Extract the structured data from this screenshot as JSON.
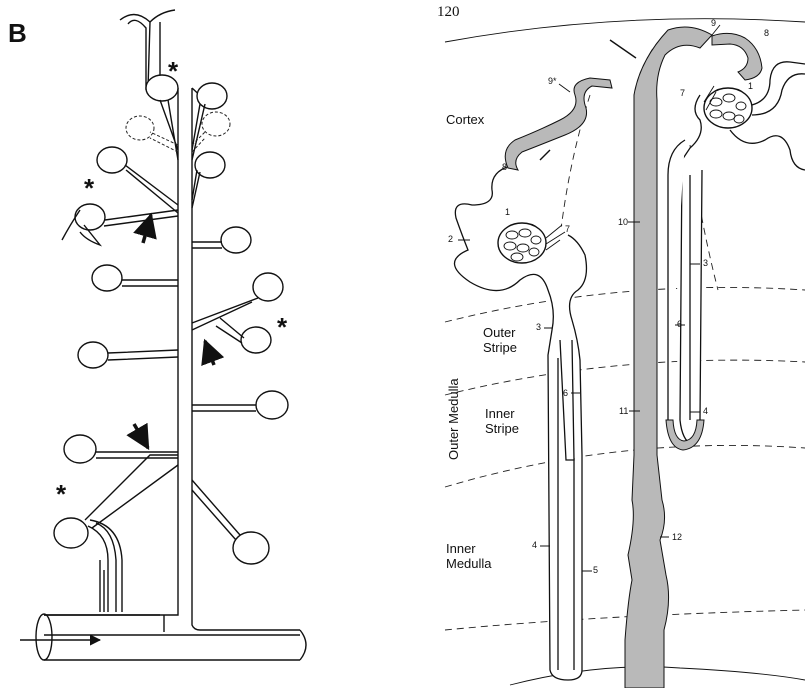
{
  "panel_label": "B",
  "page_number": "120",
  "left_figure": {
    "markers": [
      "*",
      "*",
      "*",
      "*"
    ]
  },
  "right_figure": {
    "zones": {
      "cortex": "Cortex",
      "outer_stripe": "Outer\nStripe",
      "inner_stripe": "Inner\nStripe",
      "inner_medulla": "Inner\nMedulla",
      "outer_medulla": "Outer Medulla"
    },
    "segment_numbers": [
      "1",
      "2",
      "3",
      "4",
      "5",
      "6",
      "7",
      "8",
      "9",
      "9*",
      "10",
      "11",
      "12"
    ]
  }
}
